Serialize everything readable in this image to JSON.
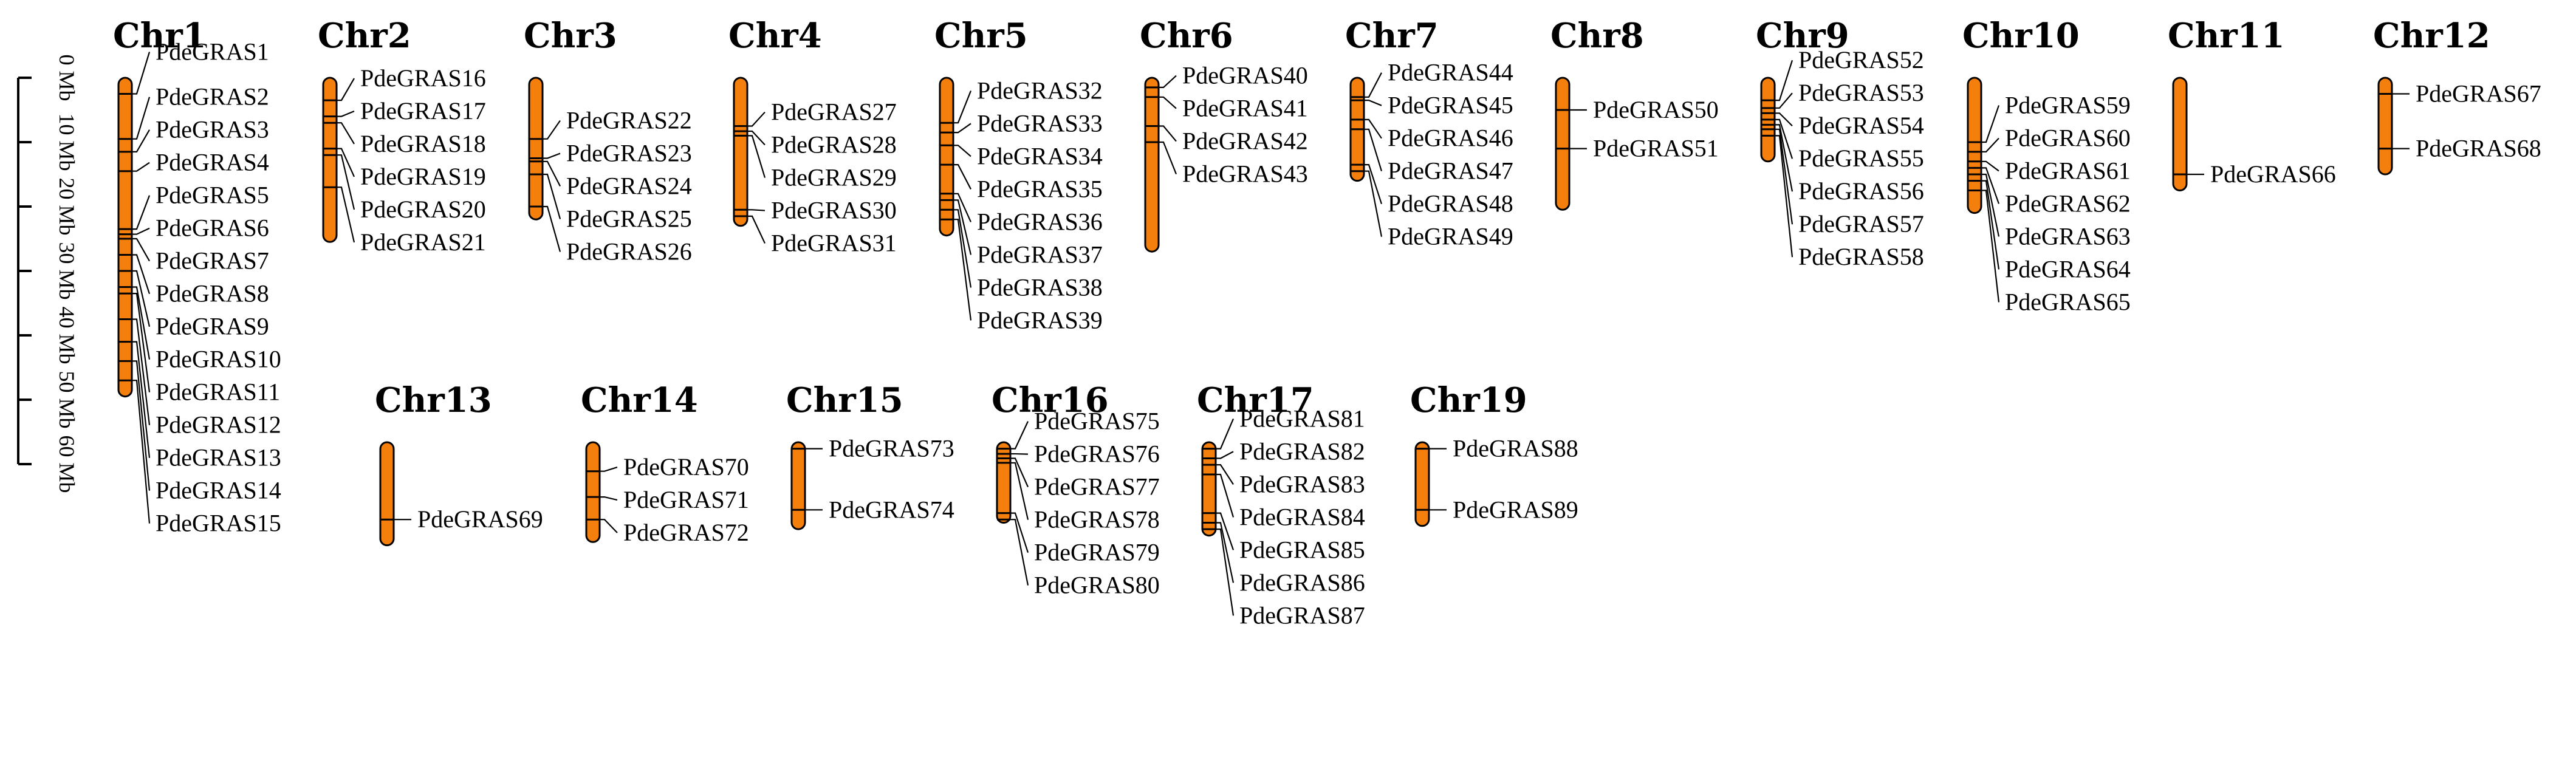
{
  "accent_color": "#F57F0C",
  "scale": {
    "ticks": [
      "0 Mb",
      "10 Mb",
      "20 Mb",
      "30 Mb",
      "40 Mb",
      "50 Mb",
      "60 Mb"
    ]
  },
  "chromosomes": [
    {
      "name": "Chr1",
      "length": 49.5,
      "genes": [
        {
          "name": "PdeGRAS1",
          "pos": 2.5
        },
        {
          "name": "PdeGRAS2",
          "pos": 9.5
        },
        {
          "name": "PdeGRAS3",
          "pos": 11.5
        },
        {
          "name": "PdeGRAS4",
          "pos": 14.5
        },
        {
          "name": "PdeGRAS5",
          "pos": 23.5
        },
        {
          "name": "PdeGRAS6",
          "pos": 24.3
        },
        {
          "name": "PdeGRAS7",
          "pos": 25.0
        },
        {
          "name": "PdeGRAS8",
          "pos": 27.5
        },
        {
          "name": "PdeGRAS9",
          "pos": 30.0
        },
        {
          "name": "PdeGRAS10",
          "pos": 32.5
        },
        {
          "name": "PdeGRAS11",
          "pos": 33.5
        },
        {
          "name": "PdeGRAS12",
          "pos": 37.5
        },
        {
          "name": "PdeGRAS13",
          "pos": 41.0
        },
        {
          "name": "PdeGRAS14",
          "pos": 44.0
        },
        {
          "name": "PdeGRAS15",
          "pos": 47.0
        }
      ]
    },
    {
      "name": "Chr2",
      "length": 25.5,
      "genes": [
        {
          "name": "PdeGRAS16",
          "pos": 3.5
        },
        {
          "name": "PdeGRAS17",
          "pos": 6.0
        },
        {
          "name": "PdeGRAS18",
          "pos": 7.0
        },
        {
          "name": "PdeGRAS19",
          "pos": 11.0
        },
        {
          "name": "PdeGRAS20",
          "pos": 12.0
        },
        {
          "name": "PdeGRAS21",
          "pos": 17.0
        }
      ]
    },
    {
      "name": "Chr3",
      "length": 22.0,
      "genes": [
        {
          "name": "PdeGRAS22",
          "pos": 9.5
        },
        {
          "name": "PdeGRAS23",
          "pos": 12.5
        },
        {
          "name": "PdeGRAS24",
          "pos": 13.0
        },
        {
          "name": "PdeGRAS25",
          "pos": 15.0
        },
        {
          "name": "PdeGRAS26",
          "pos": 20.0
        }
      ]
    },
    {
      "name": "Chr4",
      "length": 23.0,
      "genes": [
        {
          "name": "PdeGRAS27",
          "pos": 7.5
        },
        {
          "name": "PdeGRAS28",
          "pos": 8.3
        },
        {
          "name": "PdeGRAS29",
          "pos": 9.0
        },
        {
          "name": "PdeGRAS30",
          "pos": 20.5
        },
        {
          "name": "PdeGRAS31",
          "pos": 21.5
        }
      ]
    },
    {
      "name": "Chr5",
      "length": 24.5,
      "genes": [
        {
          "name": "PdeGRAS32",
          "pos": 7.0
        },
        {
          "name": "PdeGRAS33",
          "pos": 8.5
        },
        {
          "name": "PdeGRAS34",
          "pos": 10.5
        },
        {
          "name": "PdeGRAS35",
          "pos": 13.5
        },
        {
          "name": "PdeGRAS36",
          "pos": 18.0
        },
        {
          "name": "PdeGRAS37",
          "pos": 19.0
        },
        {
          "name": "PdeGRAS38",
          "pos": 20.5
        },
        {
          "name": "PdeGRAS39",
          "pos": 22.0
        }
      ]
    },
    {
      "name": "Chr6",
      "length": 27.0,
      "genes": [
        {
          "name": "PdeGRAS40",
          "pos": 1.5
        },
        {
          "name": "PdeGRAS41",
          "pos": 3.0
        },
        {
          "name": "PdeGRAS42",
          "pos": 7.5
        },
        {
          "name": "PdeGRAS43",
          "pos": 10.0
        }
      ]
    },
    {
      "name": "Chr7",
      "length": 16.0,
      "genes": [
        {
          "name": "PdeGRAS44",
          "pos": 3.0
        },
        {
          "name": "PdeGRAS45",
          "pos": 3.5
        },
        {
          "name": "PdeGRAS46",
          "pos": 6.5
        },
        {
          "name": "PdeGRAS47",
          "pos": 8.0
        },
        {
          "name": "PdeGRAS48",
          "pos": 13.5
        },
        {
          "name": "PdeGRAS49",
          "pos": 14.5
        }
      ]
    },
    {
      "name": "Chr8",
      "length": 20.5,
      "genes": [
        {
          "name": "PdeGRAS50",
          "pos": 5.0
        },
        {
          "name": "PdeGRAS51",
          "pos": 11.0
        }
      ]
    },
    {
      "name": "Chr9",
      "length": 13.0,
      "genes": [
        {
          "name": "PdeGRAS52",
          "pos": 3.5
        },
        {
          "name": "PdeGRAS53",
          "pos": 4.7
        },
        {
          "name": "PdeGRAS54",
          "pos": 5.5
        },
        {
          "name": "PdeGRAS55",
          "pos": 6.5
        },
        {
          "name": "PdeGRAS56",
          "pos": 7.3
        },
        {
          "name": "PdeGRAS57",
          "pos": 8.0
        },
        {
          "name": "PdeGRAS58",
          "pos": 9.0
        }
      ]
    },
    {
      "name": "Chr10",
      "length": 21.0,
      "genes": [
        {
          "name": "PdeGRAS59",
          "pos": 10.0
        },
        {
          "name": "PdeGRAS60",
          "pos": 11.5
        },
        {
          "name": "PdeGRAS61",
          "pos": 13.0
        },
        {
          "name": "PdeGRAS62",
          "pos": 14.0
        },
        {
          "name": "PdeGRAS63",
          "pos": 15.0
        },
        {
          "name": "PdeGRAS64",
          "pos": 16.0
        },
        {
          "name": "PdeGRAS65",
          "pos": 17.5
        }
      ]
    },
    {
      "name": "Chr11",
      "length": 17.5,
      "genes": [
        {
          "name": "PdeGRAS66",
          "pos": 15.0
        }
      ]
    },
    {
      "name": "Chr12",
      "length": 15.0,
      "genes": [
        {
          "name": "PdeGRAS67",
          "pos": 2.5
        },
        {
          "name": "PdeGRAS68",
          "pos": 11.0
        }
      ]
    },
    {
      "name": "Chr13",
      "length": 16.0,
      "genes": [
        {
          "name": "PdeGRAS69",
          "pos": 12.0
        }
      ]
    },
    {
      "name": "Chr14",
      "length": 15.5,
      "genes": [
        {
          "name": "PdeGRAS70",
          "pos": 4.5
        },
        {
          "name": "PdeGRAS71",
          "pos": 8.5
        },
        {
          "name": "PdeGRAS72",
          "pos": 12.0
        }
      ]
    },
    {
      "name": "Chr15",
      "length": 13.5,
      "genes": [
        {
          "name": "PdeGRAS73",
          "pos": 1.0
        },
        {
          "name": "PdeGRAS74",
          "pos": 10.5
        }
      ]
    },
    {
      "name": "Chr16",
      "length": 12.5,
      "genes": [
        {
          "name": "PdeGRAS75",
          "pos": 1.0
        },
        {
          "name": "PdeGRAS76",
          "pos": 1.8
        },
        {
          "name": "PdeGRAS77",
          "pos": 2.5
        },
        {
          "name": "PdeGRAS78",
          "pos": 3.2
        },
        {
          "name": "PdeGRAS79",
          "pos": 11.0
        },
        {
          "name": "PdeGRAS80",
          "pos": 12.0
        }
      ]
    },
    {
      "name": "Chr17",
      "length": 14.5,
      "genes": [
        {
          "name": "PdeGRAS81",
          "pos": 1.0
        },
        {
          "name": "PdeGRAS82",
          "pos": 2.5
        },
        {
          "name": "PdeGRAS83",
          "pos": 3.5
        },
        {
          "name": "PdeGRAS84",
          "pos": 5.0
        },
        {
          "name": "PdeGRAS85",
          "pos": 11.0
        },
        {
          "name": "PdeGRAS86",
          "pos": 12.5
        },
        {
          "name": "PdeGRAS87",
          "pos": 13.5
        }
      ]
    },
    {
      "name": "Chr19",
      "length": 13.0,
      "genes": [
        {
          "name": "PdeGRAS88",
          "pos": 1.0
        },
        {
          "name": "PdeGRAS89",
          "pos": 10.5
        }
      ]
    }
  ]
}
